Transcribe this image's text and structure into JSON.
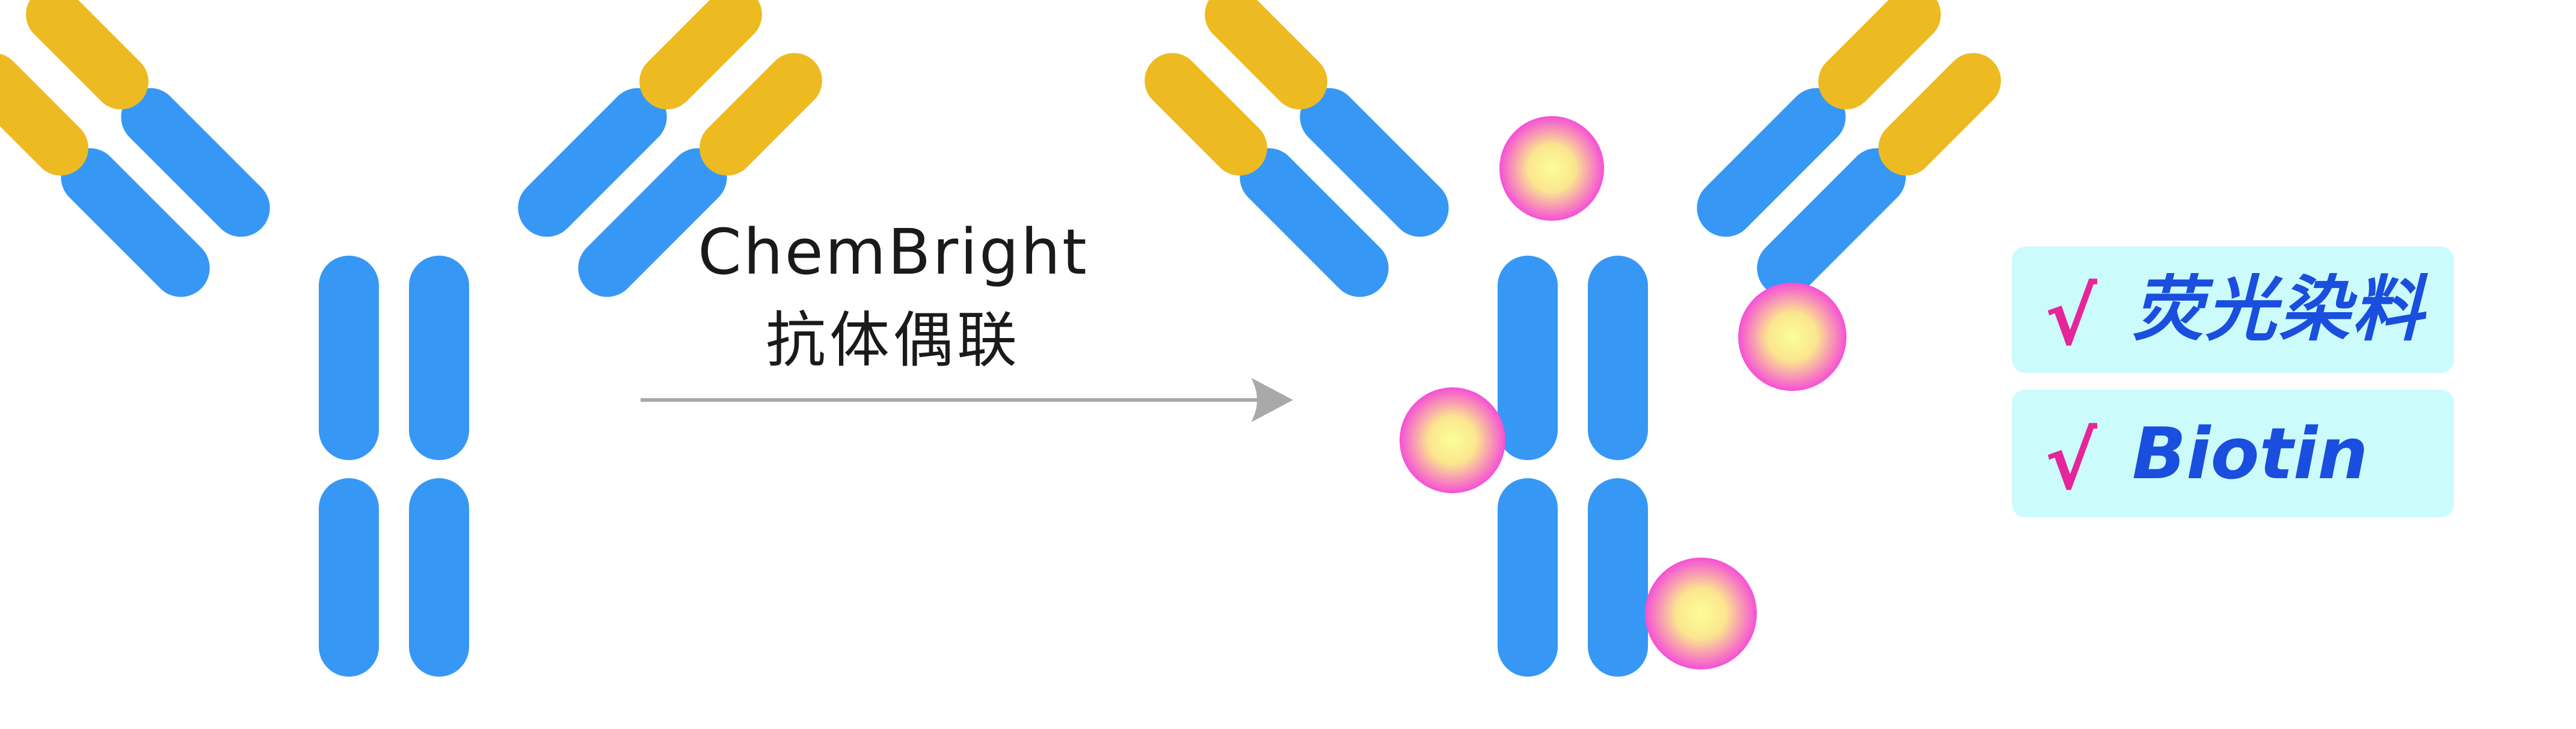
{
  "colors": {
    "heavy_chain": "#3698f4",
    "light_chain": "#eeba22",
    "label_bead_center": "#fbff98",
    "label_bead_edge": "#f550d6",
    "arrow": "#a9a9a9",
    "tag_background": "#ccfbfc",
    "tag_text": "#1a4ede",
    "check_mark": "#e6259a"
  },
  "process": {
    "method": "ChemBright",
    "action": "抗体偶联"
  },
  "labels": [
    {
      "check": "√",
      "text": "荧光染料"
    },
    {
      "check": "√",
      "text": "Biotin"
    }
  ],
  "icons": [
    "antibody-icon",
    "conjugated-antibody-icon",
    "label-bead-icon",
    "arrow-icon",
    "check-icon"
  ]
}
